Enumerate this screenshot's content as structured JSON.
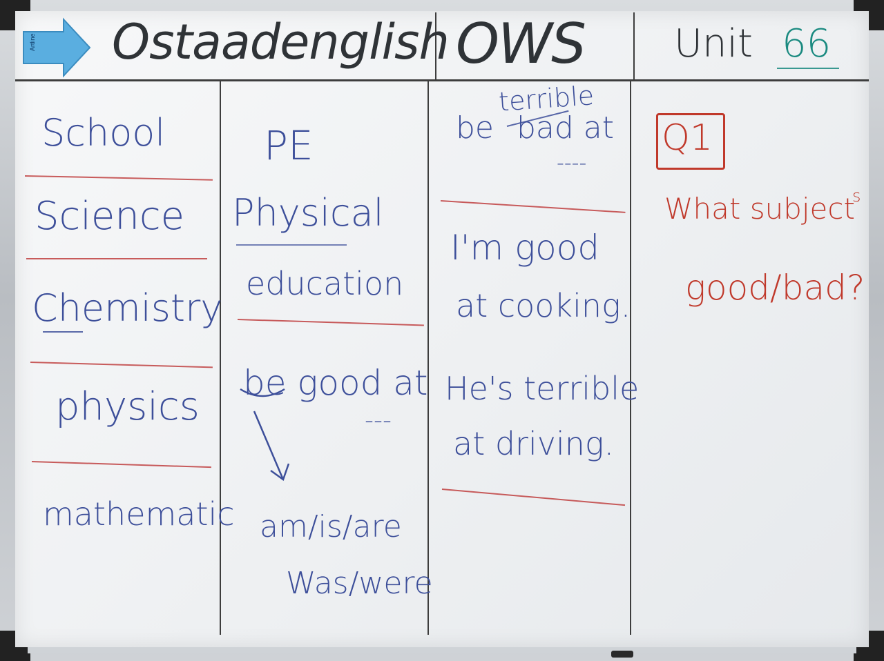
{
  "header": {
    "title": "Ostaadenglish",
    "course": "OWS",
    "unit_label": "Unit",
    "unit_number": "66"
  },
  "eraser": {
    "brand": "Artline",
    "icon": "arrow-eraser-icon"
  },
  "columns": {
    "subjects": [
      "School",
      "Science",
      "Chemistry",
      "physics",
      "mathematic"
    ],
    "pe": {
      "abbr": "PE",
      "full_line1": "Physical",
      "full_line2": "education",
      "phrase": "be good at",
      "dashes": "---",
      "forms1": "am/is/are",
      "forms2": "Was/were"
    },
    "examples": {
      "correction": "terrible",
      "phrase_be": "be",
      "phrase_bad": "bad at",
      "dashes": "----",
      "ex1_line1": "I'm good",
      "ex1_line2": "at cooking.",
      "ex2_line1": "He's terrible",
      "ex2_line2": "at driving."
    },
    "question": {
      "label": "Q1",
      "line1": "What subject",
      "plural_s": "s",
      "line2": "good/bad?"
    }
  },
  "colors": {
    "blue_marker": "#3d4f9a",
    "black_marker": "#2f3337",
    "red_marker": "#c0392b",
    "teal_marker": "#1a8a80",
    "eraser": "#5aaee0"
  }
}
